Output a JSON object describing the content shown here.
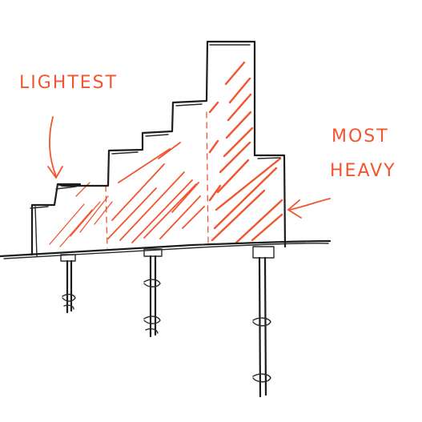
{
  "labels": {
    "lightest": "LIGHTEST",
    "most": "MOST",
    "heavy": "HEAVY"
  },
  "colors": {
    "ink": "#1c1c1c",
    "marker": "#f2552f",
    "paper": "#ffffff"
  }
}
